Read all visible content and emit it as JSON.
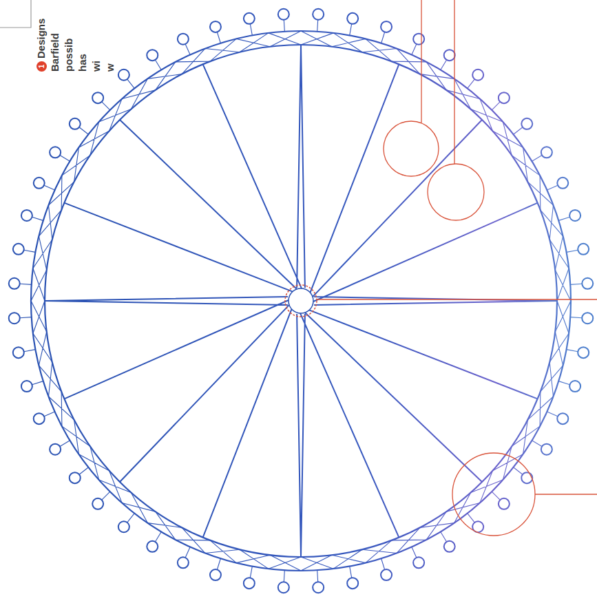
{
  "diagram": {
    "labels": [
      "1",
      "Designs",
      "Barfield",
      "possib",
      "has",
      "wi",
      "w"
    ]
  }
}
